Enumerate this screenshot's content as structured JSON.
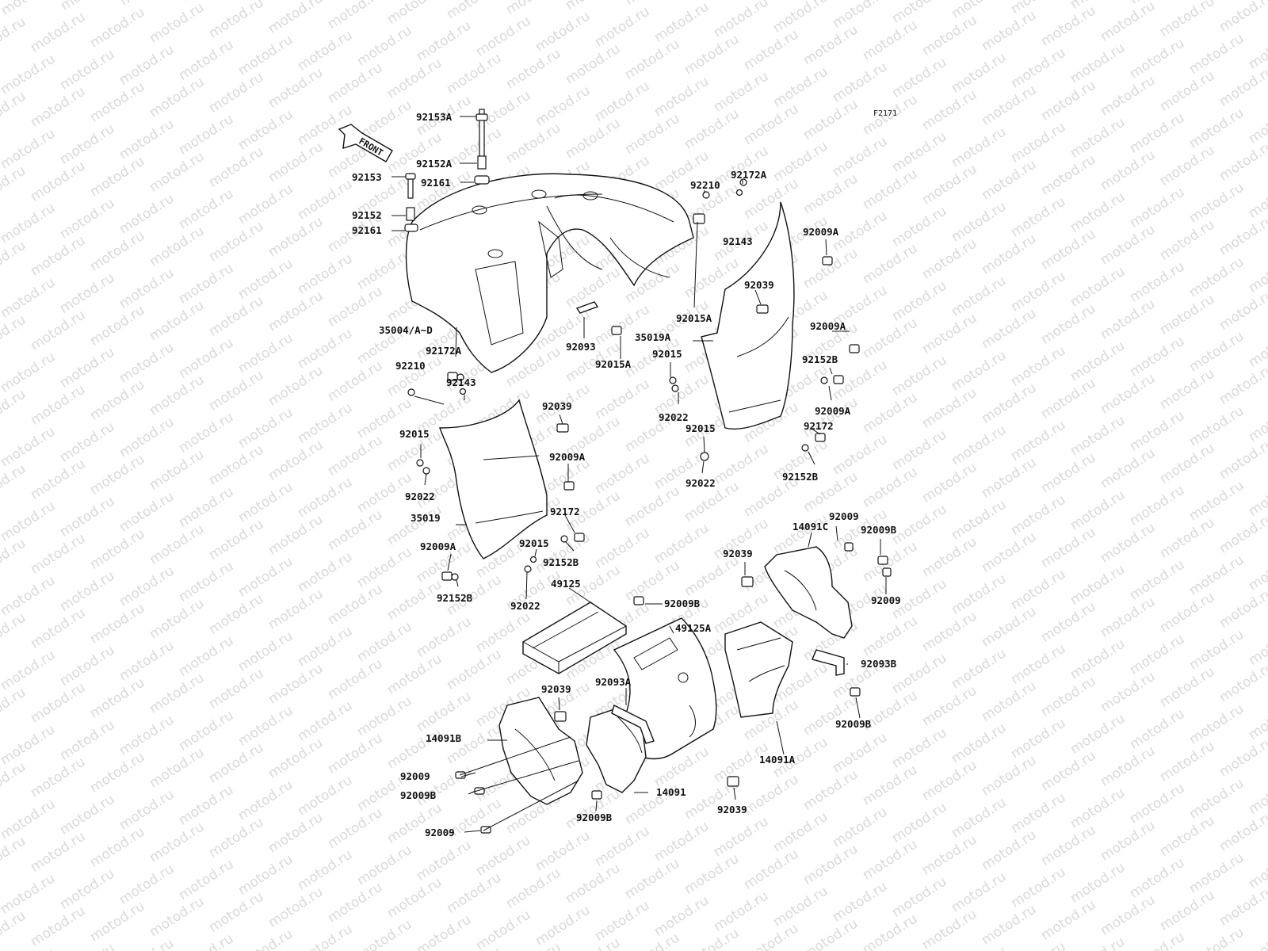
{
  "watermark": {
    "text": "motod.ru"
  },
  "figure_code": "F2171",
  "front_arrow": "FRONT",
  "labels": [
    "92153A",
    "92152A",
    "92153",
    "92161",
    "92152",
    "92161",
    "92210",
    "92172A",
    "92143",
    "92009A",
    "92039",
    "92015A",
    "35004/A~D",
    "35019A",
    "92172A",
    "92093",
    "92015A",
    "92015",
    "92009A",
    "92210",
    "92143",
    "92152B",
    "92039",
    "92022",
    "92009A",
    "92015",
    "92172",
    "92015",
    "92009A",
    "92152B",
    "92022",
    "92022",
    "35019",
    "92172",
    "92015",
    "92152B",
    "92009A",
    "92152B",
    "92022",
    "49125",
    "92009",
    "14091C",
    "92009B",
    "92039",
    "92009",
    "92009B",
    "49125A",
    "92093B",
    "92039",
    "92093A",
    "92009B",
    "14091B",
    "14091A",
    "92009",
    "92009B",
    "92039",
    "14091",
    "92009B",
    "92009"
  ]
}
